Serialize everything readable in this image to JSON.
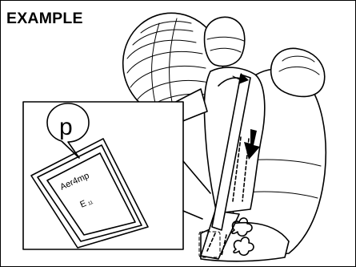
{
  "title": "EXAMPLE",
  "inset": {
    "circle_letter": "p",
    "tag_line1": "Aer4mp",
    "tag_line2": "E",
    "tag_subscript": "11"
  },
  "icons": [
    "airbag-illustration",
    "seatbelt-arrow-icon",
    "crash-dummy-illustration",
    "warning-tag-illustration"
  ]
}
